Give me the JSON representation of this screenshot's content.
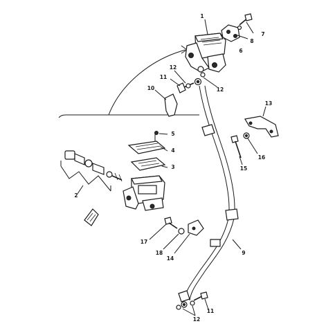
{
  "diagram": {
    "callouts": [
      "1",
      "2",
      "3",
      "4",
      "5",
      "6",
      "7",
      "8",
      "9",
      "10",
      "11",
      "12",
      "12",
      "13",
      "14",
      "15",
      "16",
      "17",
      "18",
      "11",
      "12"
    ]
  },
  "colors": {
    "ink": "#1a1a1a",
    "background": "#ffffff"
  }
}
